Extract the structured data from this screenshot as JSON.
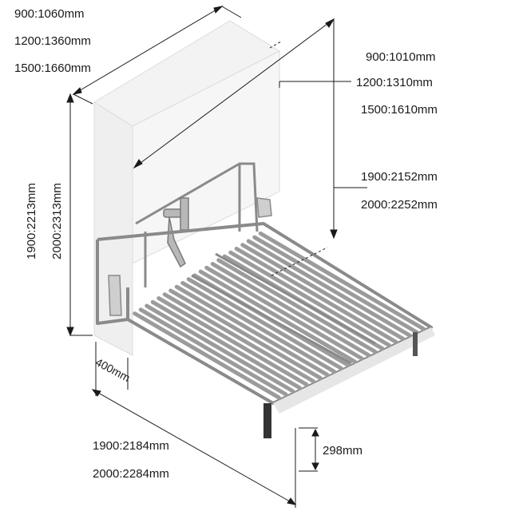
{
  "width_dims": [
    "900:1060mm",
    "1200:1360mm",
    "1500:1660mm"
  ],
  "inner_width_dims": [
    "900:1010mm",
    "1200:1310mm",
    "1500:1610mm"
  ],
  "cabinet_height_dims": [
    "1900:2213mm",
    "2000:2313mm"
  ],
  "inner_height_dims": [
    "1900:2152mm",
    "2000:2252mm"
  ],
  "depth_dim": "400mm",
  "open_length_dims": [
    "1900:2184mm",
    "2000:2284mm"
  ],
  "leg_height_dim": "298mm",
  "colors": {
    "line": "#1a1a1a",
    "cabinet": "#f2f2f2",
    "frame": "#8a8a8a",
    "slat": "#9b9b9b"
  }
}
